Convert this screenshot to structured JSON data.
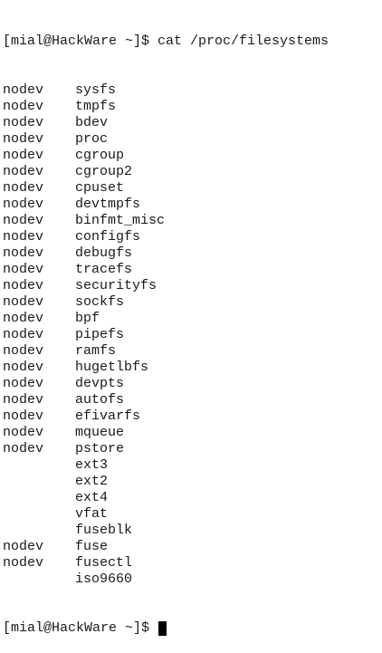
{
  "terminal": {
    "prompt": "[mial@HackWare ~]$ ",
    "command": "cat /proc/filesystems",
    "final_prompt": "[mial@HackWare ~]$ ",
    "rows": [
      {
        "type": "nodev",
        "name": "sysfs"
      },
      {
        "type": "nodev",
        "name": "tmpfs"
      },
      {
        "type": "nodev",
        "name": "bdev"
      },
      {
        "type": "nodev",
        "name": "proc"
      },
      {
        "type": "nodev",
        "name": "cgroup"
      },
      {
        "type": "nodev",
        "name": "cgroup2"
      },
      {
        "type": "nodev",
        "name": "cpuset"
      },
      {
        "type": "nodev",
        "name": "devtmpfs"
      },
      {
        "type": "nodev",
        "name": "binfmt_misc"
      },
      {
        "type": "nodev",
        "name": "configfs"
      },
      {
        "type": "nodev",
        "name": "debugfs"
      },
      {
        "type": "nodev",
        "name": "tracefs"
      },
      {
        "type": "nodev",
        "name": "securityfs"
      },
      {
        "type": "nodev",
        "name": "sockfs"
      },
      {
        "type": "nodev",
        "name": "bpf"
      },
      {
        "type": "nodev",
        "name": "pipefs"
      },
      {
        "type": "nodev",
        "name": "ramfs"
      },
      {
        "type": "nodev",
        "name": "hugetlbfs"
      },
      {
        "type": "nodev",
        "name": "devpts"
      },
      {
        "type": "nodev",
        "name": "autofs"
      },
      {
        "type": "nodev",
        "name": "efivarfs"
      },
      {
        "type": "nodev",
        "name": "mqueue"
      },
      {
        "type": "nodev",
        "name": "pstore"
      },
      {
        "type": "",
        "name": "ext3"
      },
      {
        "type": "",
        "name": "ext2"
      },
      {
        "type": "",
        "name": "ext4"
      },
      {
        "type": "",
        "name": "vfat"
      },
      {
        "type": "",
        "name": "fuseblk"
      },
      {
        "type": "nodev",
        "name": "fuse"
      },
      {
        "type": "nodev",
        "name": "fusectl"
      },
      {
        "type": "",
        "name": "iso9660"
      }
    ]
  }
}
